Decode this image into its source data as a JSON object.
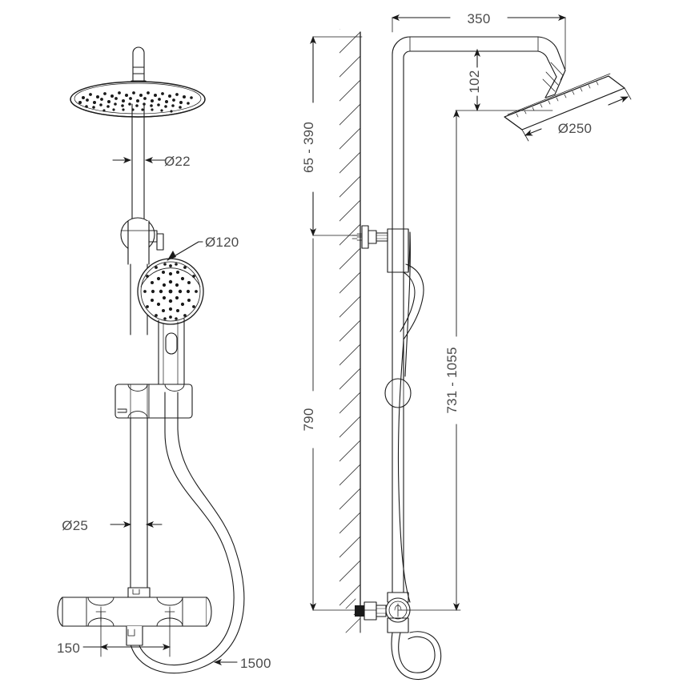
{
  "drawing": {
    "title": "Shower column technical drawing",
    "type": "engineering-dimension-drawing",
    "units": "mm",
    "line_color": "#1a1a1a",
    "dimension_text_color": "#4b4b4b",
    "background": "#ffffff"
  },
  "views": [
    {
      "id": "front-view",
      "label": "front-elevation"
    },
    {
      "id": "side-view",
      "label": "side-elevation-with-wall"
    }
  ],
  "dimensions": {
    "front": {
      "riser_diameter": "Ø22",
      "handset_head_diameter": "Ø120",
      "lower_riser_diameter": "Ø25",
      "mixer_inlet_centres": "150",
      "hose_length": "1500"
    },
    "side": {
      "arm_projection": "350",
      "head_drop": "102",
      "rain_head_diameter": "Ø250",
      "bracket_height_range": "65 - 390",
      "mixer_to_bracket": "790",
      "mixer_to_head_range": "731 - 1055"
    }
  },
  "components": {
    "rain_shower_head": "rain-shower-head",
    "shower_arm": "shower-arm",
    "riser_rail": "riser-rail",
    "diverter": "diverter-valve",
    "hand_shower": "hand-shower",
    "slider_bracket": "slider-bracket",
    "thermostatic_mixer": "thermostatic-bar-mixer",
    "flexible_hose": "flexible-hose",
    "wall": "wall-hatched"
  }
}
